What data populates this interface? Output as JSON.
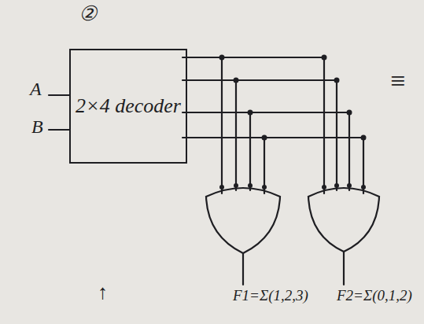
{
  "diagram": {
    "nodes": [
      {
        "text": [
          "2×4 decoder"
        ]
      }
    ],
    "labels": [
      "②",
      "A",
      "B",
      "≡",
      "F1=Σ(1,2,3)",
      "F2=Σ(0,1,2)",
      "↑"
    ]
  }
}
